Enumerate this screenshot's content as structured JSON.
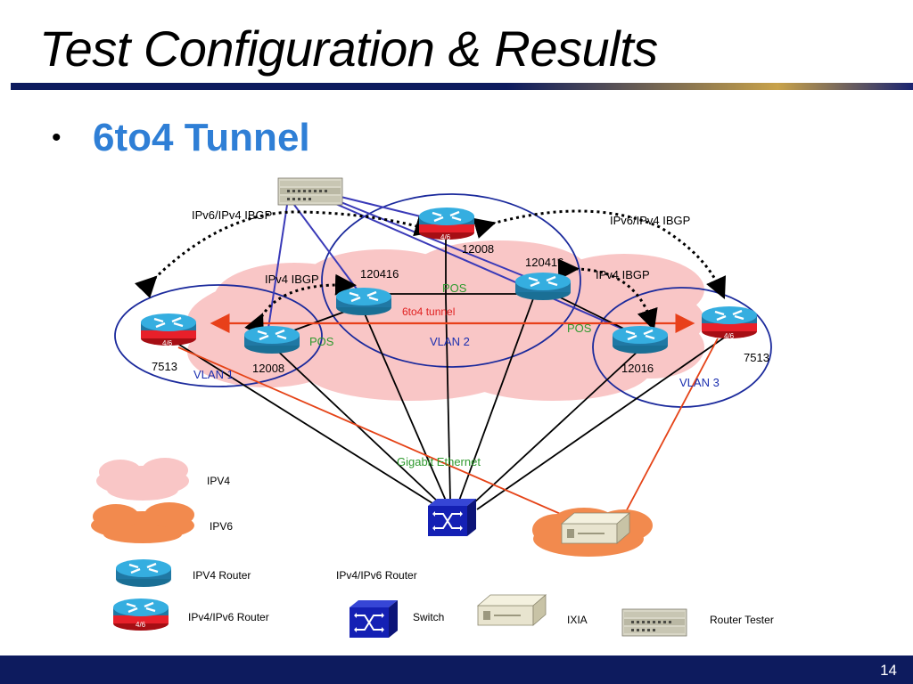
{
  "slide": {
    "title": "Test Configuration & Results",
    "bullet": "6to4 Tunnel",
    "page_number": "14"
  },
  "diagram": {
    "labels": {
      "ibgp_left": "IPv6/IPv4 IBGP",
      "ibgp_right": "IPv6/IPv4 IBGP",
      "ipv4_ibgp_left": "IPv4 IBGP",
      "ipv4_ibgp_right": "IPv4 IBGP",
      "router_7513_left": "7513",
      "router_12008_left": "12008",
      "router_120416_left": "120416",
      "router_12008_top": "12008",
      "router_120416_right": "120416",
      "router_12016": "12016",
      "router_7513_right": "7513",
      "pos_top": "POS",
      "pos_left": "POS",
      "pos_right": "POS",
      "tunnel": "6to4 tunnel",
      "vlan1": "VLAN 1",
      "vlan2": "VLAN 2",
      "vlan3": "VLAN 3",
      "gigabit": "Gigabit Ethernet",
      "dual_tag": "4/6"
    },
    "colors": {
      "ipv4_cloud": "#f9c6c6",
      "ipv6_cloud": "#f28a4e",
      "router_blue": "#2a9ac9",
      "dual_red": "#e8202a",
      "switch_blue": "#1420b4",
      "vlan_ring": "#1b2a9c",
      "tester_link": "#3a3ab8",
      "ixia_link": "#e54317"
    }
  },
  "legend": {
    "ipv4": "IPV4",
    "ipv6": "IPV6",
    "ipv4_router": "IPV4 Router",
    "ipv4_ipv6_router_a": "IPv4/IPv6 Router",
    "ipv4_ipv6_router_b": "IPv4/IPv6 Router",
    "switch": "Switch",
    "ixia": "IXIA",
    "router_tester": "Router Tester"
  }
}
